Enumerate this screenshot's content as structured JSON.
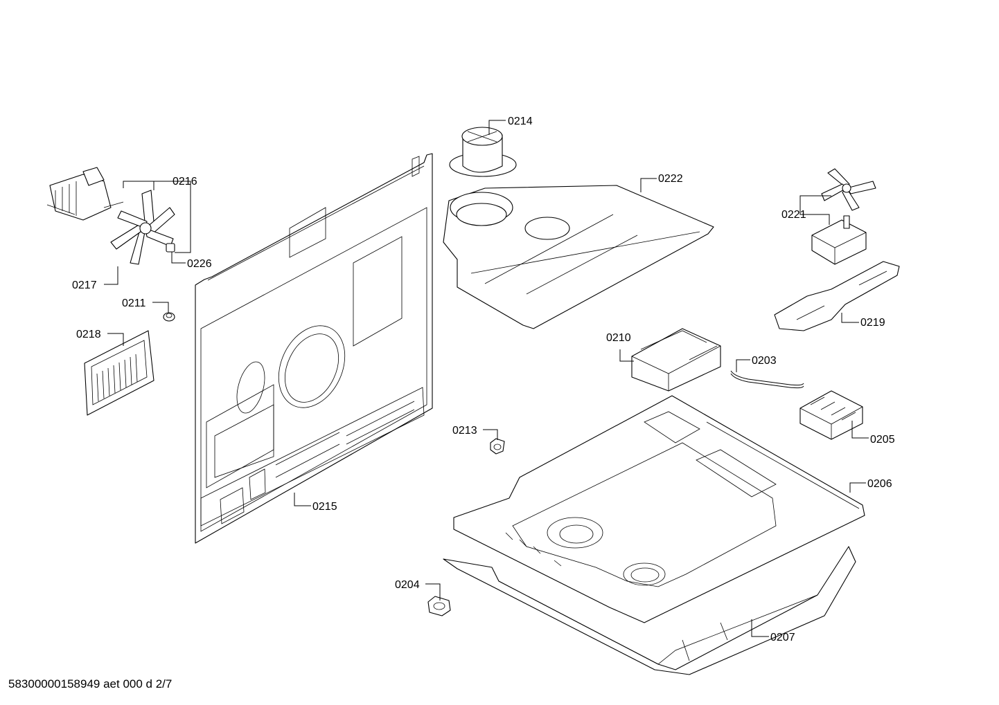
{
  "callouts": [
    {
      "id": "0214",
      "label": "0214"
    },
    {
      "id": "0222",
      "label": "0222"
    },
    {
      "id": "0216",
      "label": "0216"
    },
    {
      "id": "0226",
      "label": "0226"
    },
    {
      "id": "0217",
      "label": "0217"
    },
    {
      "id": "0211",
      "label": "0211"
    },
    {
      "id": "0218",
      "label": "0218"
    },
    {
      "id": "0215",
      "label": "0215"
    },
    {
      "id": "0221",
      "label": "0221"
    },
    {
      "id": "0219",
      "label": "0219"
    },
    {
      "id": "0210",
      "label": "0210"
    },
    {
      "id": "0203",
      "label": "0203"
    },
    {
      "id": "0205",
      "label": "0205"
    },
    {
      "id": "0213",
      "label": "0213"
    },
    {
      "id": "0206",
      "label": "0206"
    },
    {
      "id": "0204",
      "label": "0204"
    },
    {
      "id": "0207",
      "label": "0207"
    }
  ],
  "footer": {
    "text": "58300000158949 aet 000 d 2/7"
  }
}
